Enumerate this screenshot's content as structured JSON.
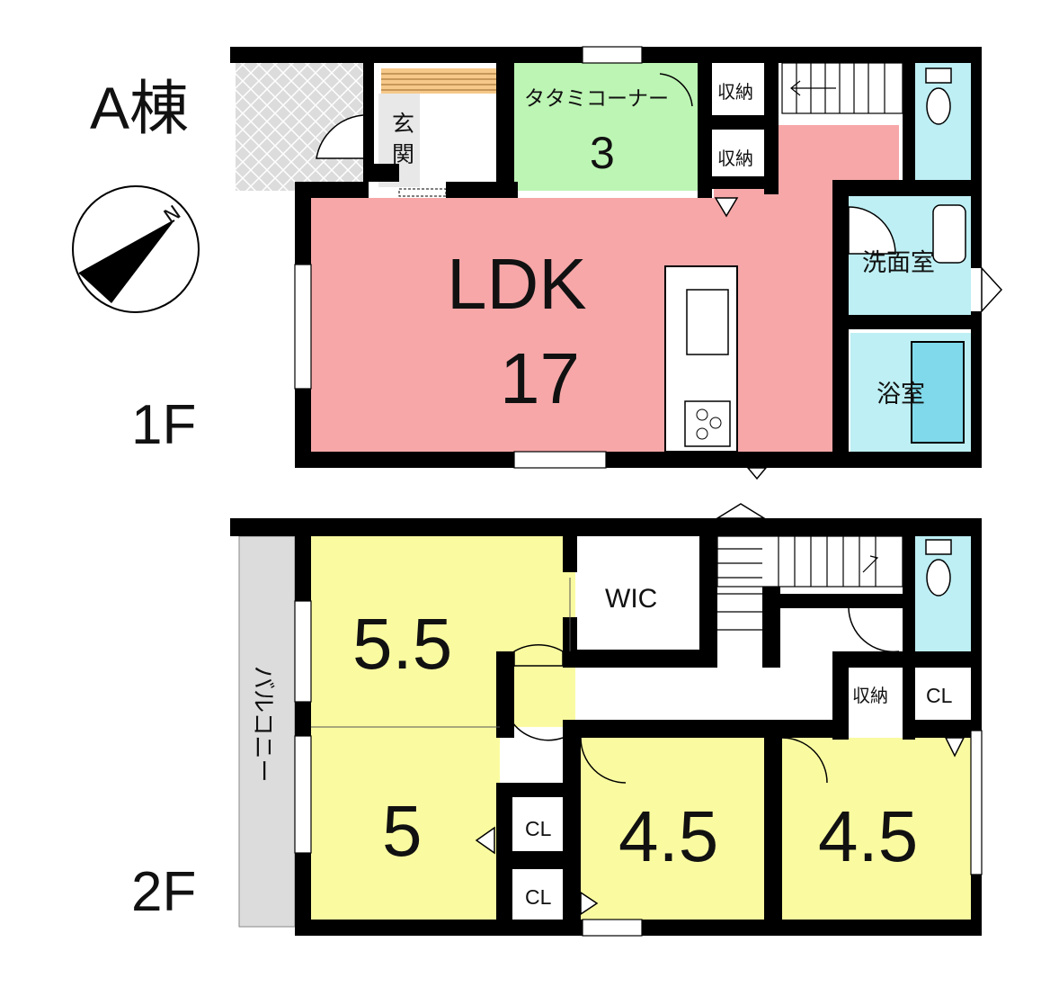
{
  "building_label": "A棟",
  "compass": {
    "north_label": "N"
  },
  "floors": {
    "first": {
      "label": "1F",
      "rooms": {
        "ldk": {
          "name": "LDK",
          "size": "17"
        },
        "tatami": {
          "name": "タタミコーナー",
          "size": "3"
        },
        "entrance": {
          "name": "玄関"
        },
        "storage1": {
          "name": "収納"
        },
        "storage2": {
          "name": "収納"
        },
        "washroom": {
          "name": "洗面室"
        },
        "bath": {
          "name": "浴室"
        }
      }
    },
    "second": {
      "label": "2F",
      "rooms": {
        "room_55": {
          "size": "5.5"
        },
        "wic": {
          "name": "WIC"
        },
        "room_5": {
          "size": "5"
        },
        "room_45a": {
          "size": "4.5"
        },
        "room_45b": {
          "size": "4.5"
        },
        "storage": {
          "name": "収納"
        },
        "cl1": {
          "name": "CL"
        },
        "cl2": {
          "name": "CL"
        },
        "cl3": {
          "name": "CL"
        },
        "balcony": {
          "name": "バルコニー"
        }
      }
    }
  },
  "colors": {
    "ldk": "#f7a7a8",
    "tatami": "#bdf5b4",
    "wet": "#bdeff4",
    "bedroom": "#fafba0",
    "balcony": "#dcdcdc",
    "wall": "#000000"
  }
}
